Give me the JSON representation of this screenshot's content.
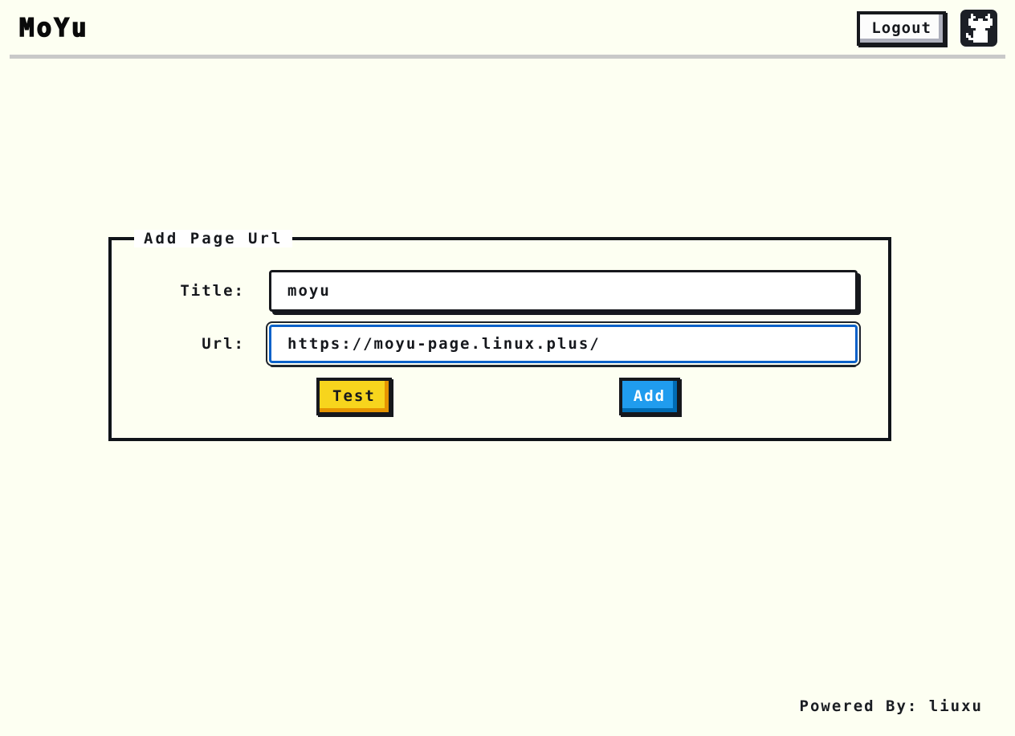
{
  "app": {
    "title": "MoYu"
  },
  "header": {
    "logout_label": "Logout",
    "github_icon": "github-octocat-icon"
  },
  "form": {
    "legend": "Add Page Url",
    "title_field": {
      "label": "Title:",
      "value": "moyu"
    },
    "url_field": {
      "label": "Url:",
      "value": "https://moyu-page.linux.plus/"
    },
    "test_button_label": "Test",
    "add_button_label": "Add"
  },
  "footer": {
    "credit": "Powered By: liuxu"
  },
  "colors": {
    "page_bg": "#fdfff2",
    "border": "#16181d",
    "divider": "#c9c9c9",
    "primary": "#209cee",
    "primary_shade": "#006bb3",
    "warning": "#f7d51d",
    "warning_shade": "#e59400",
    "btn_gray": "#adafbc",
    "focus": "#0b61c9"
  }
}
